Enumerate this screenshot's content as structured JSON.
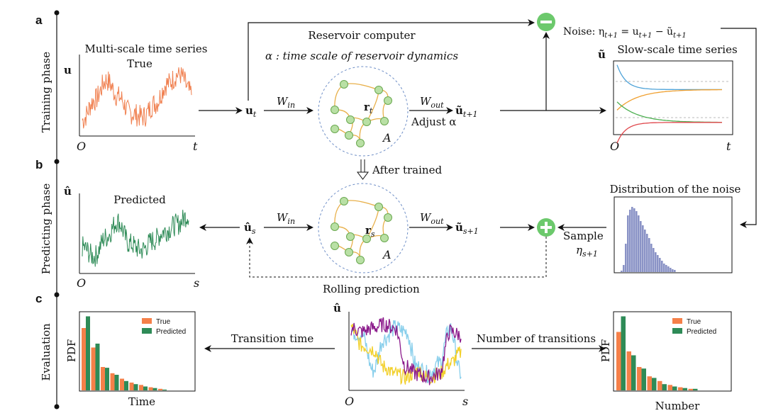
{
  "panels": [
    {
      "letter": "a",
      "phase": "Training phase"
    },
    {
      "letter": "b",
      "phase": "Predicting phase"
    },
    {
      "letter": "c",
      "phase": "Evaluation"
    }
  ],
  "training": {
    "input_plot": {
      "ylabel": "u",
      "title1": "Multi-scale time series",
      "title2": "True",
      "xorigin": "O",
      "xend": "t"
    },
    "u_t": "u",
    "u_t_sub": "t",
    "w_in": "W",
    "w_in_sub": "in",
    "reservoir_title": "Reservoir computer",
    "alpha_label": "α :  time scale of reservoir dynamics",
    "r_label": "r",
    "r_sub": "t",
    "A_label": "A",
    "w_out": "W",
    "w_out_sub": "out",
    "adjust": "Adjust α",
    "u_next": "ũ",
    "u_next_sub": "t+1",
    "noise": "Noise: η",
    "noise_sub": "t+1",
    "noise_rest": " = u",
    "noise_sub2": "t+1",
    "noise_rest2": " − ũ",
    "noise_sub3": "t+1",
    "slow_plot": {
      "ylabel": "ũ",
      "title": "Slow-scale time series",
      "xorigin": "O",
      "xend": "t"
    }
  },
  "after_trained": "After trained",
  "predicting": {
    "pred_plot": {
      "ylabel": "û",
      "title": "Predicted",
      "xorigin": "O",
      "xend": "s"
    },
    "u_s": "û",
    "u_s_sub": "s",
    "w_in": "W",
    "w_in_sub": "in",
    "r_label": "r",
    "r_sub": "s",
    "A_label": "A",
    "w_out": "W",
    "w_out_sub": "out",
    "u_next": "ũ",
    "u_next_sub": "s+1",
    "sample": "Sample",
    "eta": "η",
    "eta_sub": "s+1",
    "dist_title": "Distribution of the noise",
    "rolling": "Rolling prediction"
  },
  "evaluation": {
    "transition_time": "Transition time",
    "number_of_transitions": "Number of transitions",
    "mid_plot": {
      "ylabel": "û",
      "xorigin": "O",
      "xend": "s"
    }
  },
  "colors": {
    "true_series": "#f08050",
    "predicted_series": "#2e8b57",
    "true_bar": "#f58049",
    "predicted_bar": "#2e8b57",
    "noise_hist": "#8a93c6",
    "node_fill": "#b9e0a5",
    "node_stroke": "#6aa84f",
    "edge": "#e8b04a",
    "circle_dash": "#6f8fc7",
    "op_circle": "#6cc96c"
  },
  "chart_data": [
    {
      "type": "line",
      "name": "Multi-scale time series",
      "title": "Multi-scale time series",
      "subtitle": "True",
      "xlabel": "t",
      "ylabel": "u",
      "series": [
        {
          "color": "#f08050",
          "values": [
            0.2,
            0.5,
            0.8,
            0.55,
            0.3,
            0.25,
            0.45,
            0.75,
            0.9,
            0.6
          ]
        }
      ]
    },
    {
      "type": "line",
      "name": "Slow-scale time series",
      "title": "Slow-scale time series",
      "xlabel": "t",
      "ylabel": "ũ",
      "series": [
        {
          "color": "#4fa3d8",
          "start": 0.9,
          "end": 0.6
        },
        {
          "color": "#f0a030",
          "start": 0.35,
          "end": 0.6
        },
        {
          "color": "#4caf50",
          "start": 0.45,
          "end": 0.2
        },
        {
          "color": "#e0474c",
          "start": -0.05,
          "end": 0.2
        }
      ]
    },
    {
      "type": "line",
      "name": "Predicted",
      "title": "Predicted",
      "xlabel": "s",
      "ylabel": "û",
      "series": [
        {
          "color": "#2e8b57",
          "values": [
            0.35,
            0.2,
            0.5,
            0.75,
            0.4,
            0.3,
            0.45,
            0.6,
            0.7,
            0.85
          ]
        }
      ]
    },
    {
      "type": "bar",
      "name": "Distribution of the noise",
      "title": "Distribution of the noise",
      "values": [
        2,
        10,
        40,
        80,
        88,
        92,
        90,
        86,
        80,
        72,
        66,
        60,
        54,
        48,
        40,
        34,
        28,
        24,
        20,
        16,
        12,
        10,
        8,
        6,
        4,
        3
      ]
    },
    {
      "type": "bar",
      "name": "Transition time",
      "xlabel": "Time",
      "ylabel": "PDF",
      "legend": [
        "True",
        "Predicted"
      ],
      "series": [
        {
          "name": "True",
          "values": [
            0.8,
            0.55,
            0.3,
            0.22,
            0.15,
            0.1,
            0.07,
            0.04,
            0.02
          ]
        },
        {
          "name": "Predicted",
          "values": [
            0.95,
            0.6,
            0.29,
            0.2,
            0.12,
            0.08,
            0.05,
            0.03,
            0.01
          ]
        }
      ]
    },
    {
      "type": "line",
      "name": "Rolling predictions",
      "xlabel": "s",
      "ylabel": "û",
      "series": [
        {
          "color": "#8b1a8b"
        },
        {
          "color": "#87ceeb"
        },
        {
          "color": "#f2d02b"
        }
      ]
    },
    {
      "type": "bar",
      "name": "Number of transitions",
      "xlabel": "Number",
      "ylabel": "PDF",
      "legend": [
        "True",
        "Predicted"
      ],
      "series": [
        {
          "name": "True",
          "values": [
            0.75,
            0.5,
            0.3,
            0.18,
            0.12,
            0.07,
            0.04,
            0.02
          ]
        },
        {
          "name": "Predicted",
          "values": [
            0.95,
            0.45,
            0.28,
            0.16,
            0.08,
            0.05,
            0.03,
            0.02
          ]
        }
      ]
    }
  ]
}
